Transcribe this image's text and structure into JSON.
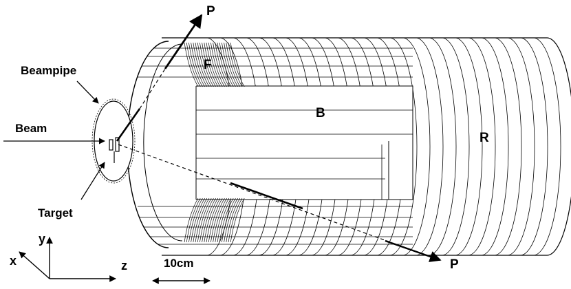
{
  "labels": {
    "p_top": "P",
    "p_bottom": "P",
    "f": "F",
    "b": "B",
    "r": "R",
    "beampipe": "Beampipe",
    "beam": "Beam",
    "target": "Target",
    "axis_y": "y",
    "axis_x": "x",
    "axis_z": "z",
    "scale": "10cm"
  }
}
